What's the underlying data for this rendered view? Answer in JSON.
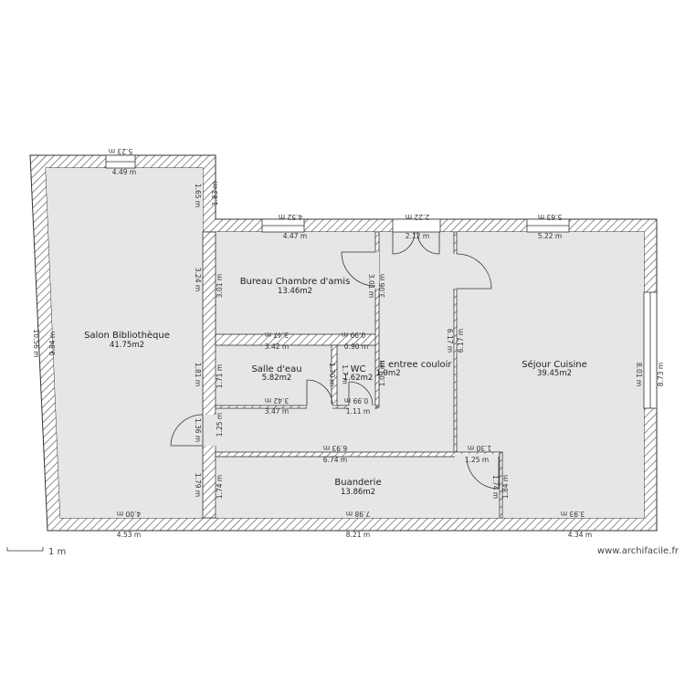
{
  "rooms": {
    "salon": {
      "name": "Salon  Bibliothèque",
      "area": "41.75m2"
    },
    "bureau": {
      "name": "Bureau Chambre d'amis",
      "area": "13.46m2"
    },
    "salle_eau": {
      "name": "Salle d'eau",
      "area": "5.82m2"
    },
    "wc": {
      "name": "WC",
      "area": "1.62m2"
    },
    "entree": {
      "name": "E entree couloir",
      "area": "1.9m2"
    },
    "sejour": {
      "name": "Séjour Cuisine",
      "area": "39.45m2"
    },
    "buanderie": {
      "name": "Buanderie",
      "area": "13.86m2"
    }
  },
  "dims": {
    "d_523": "5.23 m",
    "d_449": "4.49 m",
    "d_165": "1.65 m",
    "d_183": "1.83 m",
    "d_452": "4.52 m",
    "d_447": "4.47 m",
    "d_222": "2.22 m",
    "d_212": "2.12 m",
    "d_563": "5.63 m",
    "d_522": "5.22 m",
    "d_324": "3.24 m",
    "d_301": "3.01 m",
    "d_301b": "3.01 m",
    "d_306": "3.06 m",
    "d_1056": "10.56 m",
    "d_984": "9.84 m",
    "d_347a": "3.47 m",
    "d_099": "0.99 m",
    "d_342": "3.42 m",
    "d_090": "0.90 m",
    "d_617a": "6.17 m",
    "d_617b": "6.17 m",
    "d_181": "1.81 m",
    "d_171": "1.71 m",
    "d_170": "1.70 m",
    "d_107": "1.7 m",
    "d_109": "1.09 m",
    "d_801": "8.01 m",
    "d_873": "8.73 m",
    "d_342b": "3.42 m",
    "d_099b": "0.99 m",
    "d_347b": "3.47 m",
    "d_111": "1.11 m",
    "d_136": "1.36 m",
    "d_125a": "1.25 m",
    "d_693": "6.93 m",
    "d_674": "6.74 m",
    "d_130": "1.30 m",
    "d_125b": "1.25 m",
    "d_179": "1.79 m",
    "d_174a": "1.74 m",
    "d_174b": "1.74 m",
    "d_184": "1.84 m",
    "d_400": "4.00 m",
    "d_798": "7.98 m",
    "d_393": "3.93 m",
    "d_453": "4.53 m",
    "d_821": "8.21 m",
    "d_434": "4.34 m"
  },
  "scale": {
    "label": "1 m"
  },
  "watermark": "www.archifacile.fr",
  "colors": {
    "floor": "#e6e6e6",
    "wall": "#ffffff",
    "line": "#333333",
    "hatch": "#555555"
  }
}
